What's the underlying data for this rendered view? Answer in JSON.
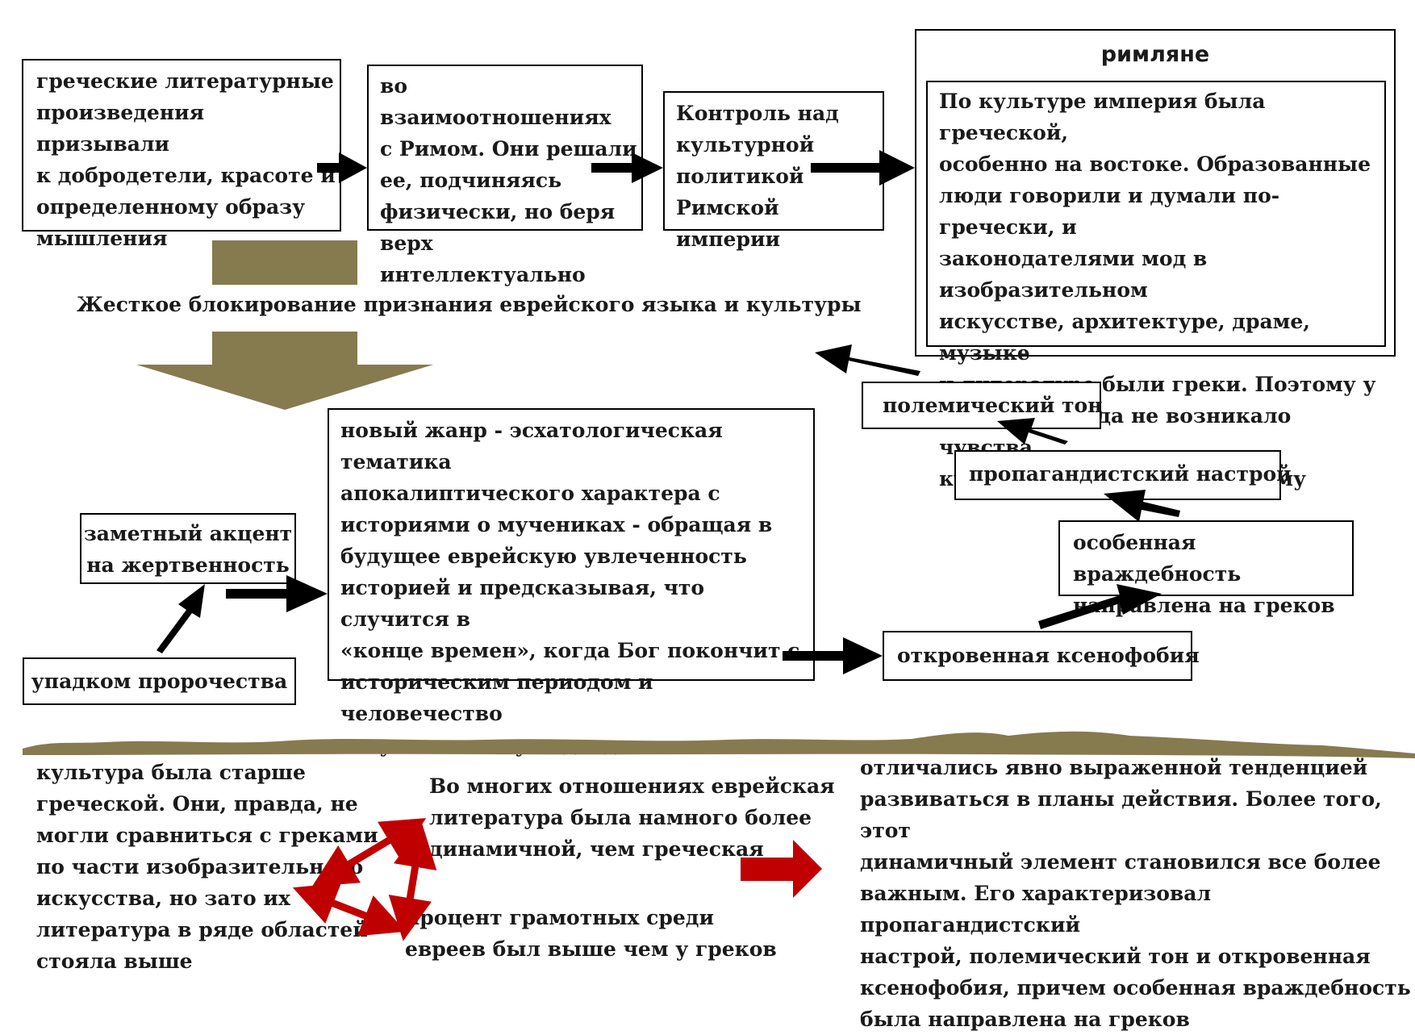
{
  "boxes": {
    "greek_works": "греческие литературные\nпроизведения призывали\nк добродетели, красоте и\nопределенному образу\nмышления",
    "relations_rome": "во взаимоотношениях\nс Римом. Они решали\nее, подчиняясь\nфизически, но беря\nверх интеллектуально",
    "control": "Контроль над\nкультурной\nполитикой\nРимской империи",
    "romans_title": "римляне",
    "romans_text": "По культуре империя была греческой,\nособенно на востоке. Образованные\nлюди говорили и думали по-гречески, и\nзаконодателями мод в изобразительном\nискусстве, архитектуре, драме, музыке\nи литературе были греки. Поэтому у\nгреков никогда не возникало чувства\nкультурного подчинения Риму",
    "blocking": "Жесткое блокирование признания еврейского языка и культуры",
    "new_genre": "новый жанр -  эсхатологическая тематика\nапокалиптического характера с\nисториями о мучениках - обращая в\nбудущее еврейскую увлеченность\nисторией и предсказывая, что случится в\n«конце времен», когда Бог покончит с\nисторическим периодом и человечество\nвступит в эпоху подведения итогов",
    "sacrifice": "заметный акцент\nна жертвенность",
    "prophecy_decline": "упадком пророчества",
    "polemic_tone": "полемический тон",
    "propaganda_mood": "пропагандистский настрой",
    "hostility": "особенная враждебность\nнаправлена на греков",
    "xenophobia": "откровенная ксенофобия"
  },
  "bottom": {
    "culture_older": "культура была старше\nгреческой. Они, правда, не\nмогли сравниться с греками\nпо части изобразительного\nискусства, но зато их\nлитература в ряде областей\nстояла выше",
    "more_dynamic": "Во многих отношениях еврейская\nлитература была намного более\nдинамичной, чем греческая",
    "literacy": " процент грамотных среди\nевреев был выше чем у греков",
    "tendency": "отличались явно выраженной тенденцией\nразвиваться в планы действия. Более того, этот\nдинамичный элемент становился все более\nважным. Его характеризовал пропагандистский\nнастрой, полемический тон и откровенная\nксенофобия, причем особенная враждебность\nбыла направлена на греков"
  },
  "colors": {
    "olive": "#867a4f",
    "black_arrow": "#000000",
    "red_arrow": "#c00000"
  }
}
